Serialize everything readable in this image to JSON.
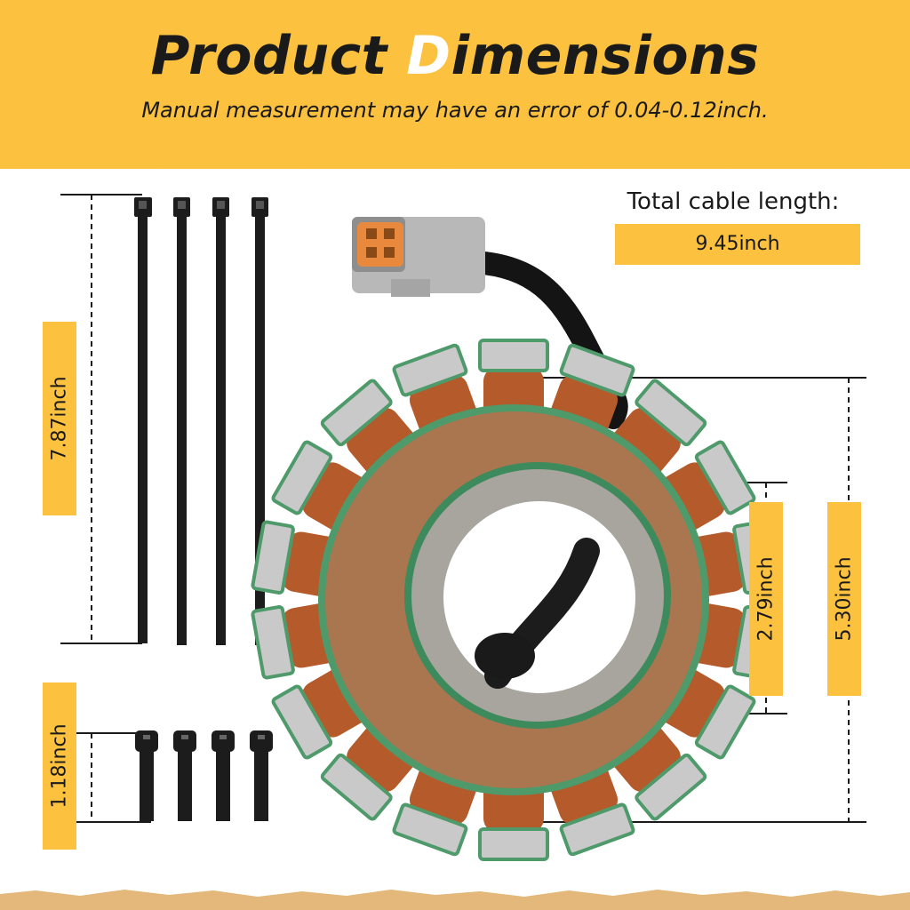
{
  "header": {
    "title_part1": "Product ",
    "title_accent": "D",
    "title_part2": "imensions",
    "subtitle": "Manual measurement may have an error of 0.04-0.12inch."
  },
  "cable": {
    "label": "Total cable length:",
    "value": "9.45inch"
  },
  "dimensions": {
    "cable_tie_length": "7.87inch",
    "bolt_length": "1.18inch",
    "inner_diameter": "2.79inch",
    "outer_diameter": "5.30inch"
  },
  "colors": {
    "accent": "#fbc13f",
    "coil": "#b55a2a",
    "stator_plate": "#4f9a6a"
  }
}
